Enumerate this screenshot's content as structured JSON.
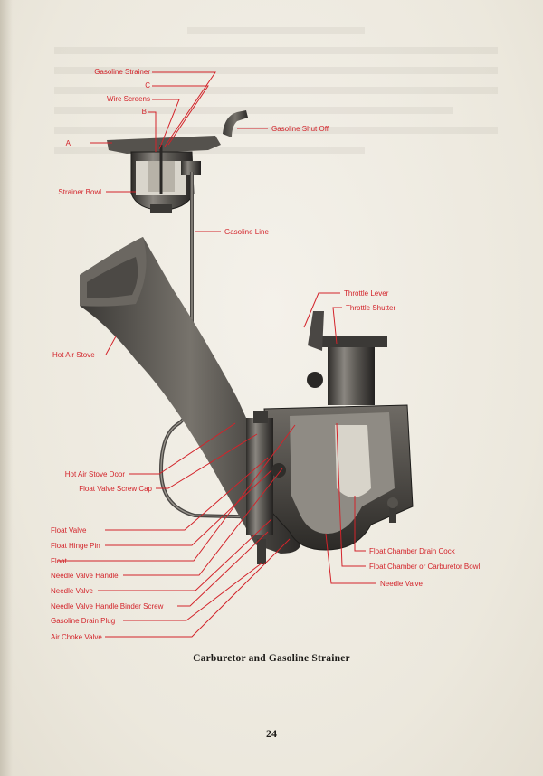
{
  "figure": {
    "caption": "Carburetor and Gasoline Strainer",
    "labels": {
      "gasoline_strainer": "Gasoline Strainer",
      "c": "C",
      "wire_screens": "Wire Screens",
      "b": "B",
      "a": "A",
      "gasoline_shut_off": "Gasoline Shut Off",
      "strainer_bowl": "Strainer Bowl",
      "gasoline_line": "Gasoline Line",
      "throttle_lever": "Throttle Lever",
      "throttle_shutter": "Throttle Shutter",
      "hot_air_stove": "Hot Air Stove",
      "hot_air_stove_door": "Hot Air Stove Door",
      "float_valve_screw_cap": "Float Valve Screw Cap",
      "float_valve": "Float Valve",
      "float_hinge_pin": "Float Hinge Pin",
      "float": "Float",
      "needle_valve_handle": "Needle Valve Handle",
      "needle_valve_left": "Needle Valve",
      "needle_valve_handle_binder_screw": "Needle Valve Handle Binder Screw",
      "gasoline_drain_plug": "Gasoline Drain Plug",
      "air_choke_valve": "Air Choke Valve",
      "float_chamber_drain_cock": "Float Chamber Drain Cock",
      "float_chamber_or_carburetor_bowl": "Float Chamber or Carburetor Bowl",
      "needle_valve_right": "Needle Valve"
    }
  },
  "page_number": "24",
  "colors": {
    "label_red": "#d3232a",
    "ink": "#1c1a17",
    "paper": "#efece3"
  }
}
